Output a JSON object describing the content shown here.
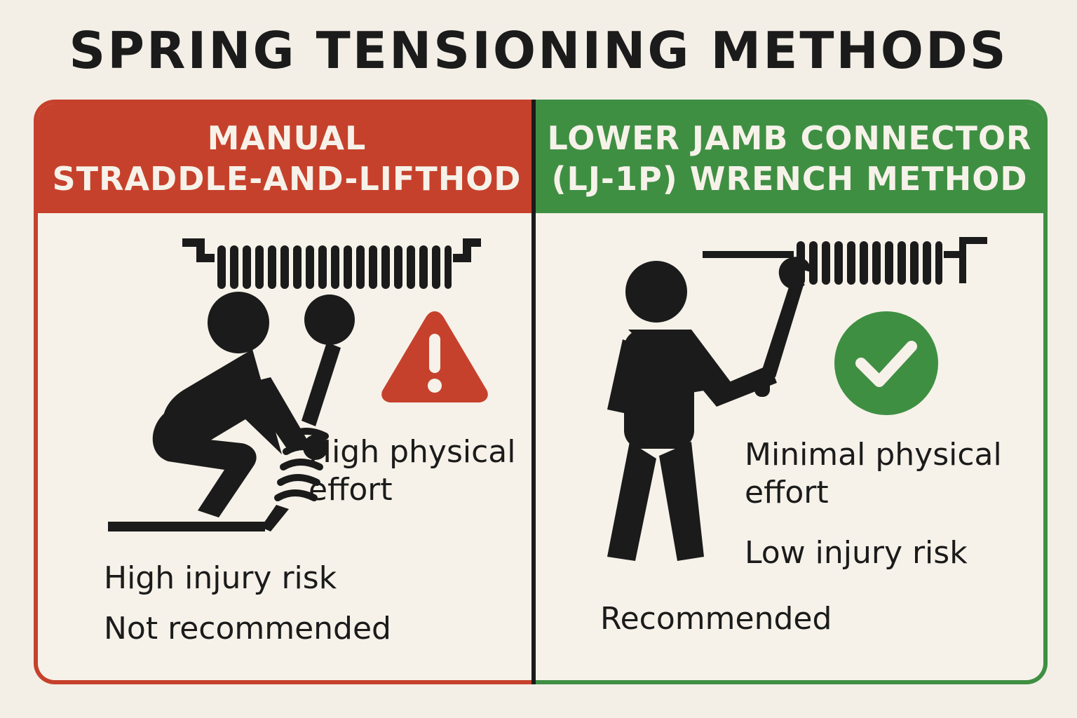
{
  "title": "SPRING TENSIONING METHODS",
  "left_panel": {
    "header_line1": "MANUAL",
    "header_line2": "STRADDLE-AND-LIFTHOD",
    "effort_line1": "High physical",
    "effort_line2": "effort",
    "risk": "High injury risk",
    "recommendation": "Not recommended",
    "icon": "warning-triangle-icon",
    "color": "#c6412c"
  },
  "right_panel": {
    "header_line1": "LOWER JAMB CONNECTOR",
    "header_line2": "(LJ-1P) WRENCH METHOD",
    "effort_line1": "Minimal physical",
    "effort_line2": "effort",
    "risk": "Low injury risk",
    "recommendation": "Recommended",
    "icon": "checkmark-circle-icon",
    "color": "#3f8f43"
  }
}
